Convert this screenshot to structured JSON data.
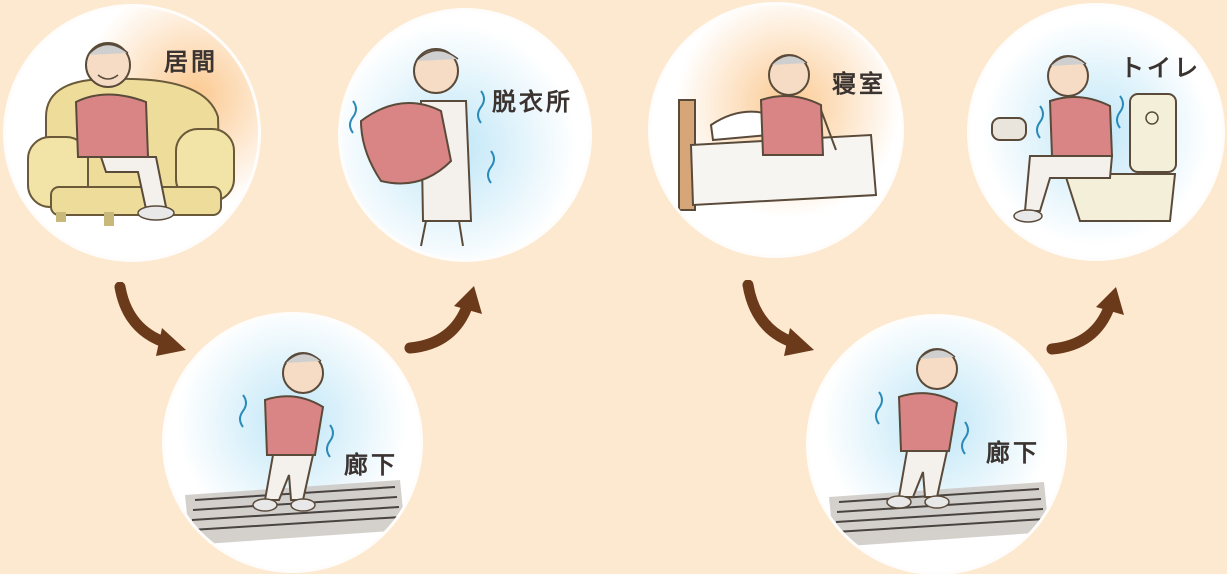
{
  "flows": [
    {
      "start": {
        "label": "居間",
        "icon": "seated-elder-on-sofa-icon",
        "tone": "warm"
      },
      "middle": {
        "label": "廊下",
        "icon": "shivering-elder-in-hallway-icon",
        "tone": "cold"
      },
      "end": {
        "label": "脱衣所",
        "icon": "shivering-elder-undressing-icon",
        "tone": "cold"
      }
    },
    {
      "start": {
        "label": "寝室",
        "icon": "elder-rising-from-bed-icon",
        "tone": "warm"
      },
      "middle": {
        "label": "廊下",
        "icon": "shivering-elder-in-hallway-icon",
        "tone": "cold"
      },
      "end": {
        "label": "トイレ",
        "icon": "shivering-elder-on-toilet-icon",
        "tone": "cold"
      }
    }
  ],
  "colors": {
    "background": "#fde9cf",
    "warm_glow": "#fbc990",
    "cold_glow": "#bfe6f7",
    "arrow": "#6b3a1a",
    "sweater": "#d98585"
  }
}
